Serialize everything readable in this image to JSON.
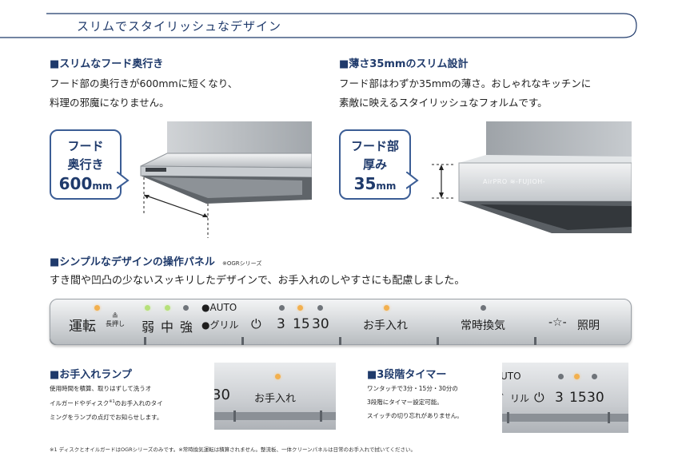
{
  "banner": {
    "title": "スリムでスタイリッシュなデザイン"
  },
  "section_depth": {
    "title": "■スリムなフード奥行き",
    "line1": "フード部の奥行きが600mmに短くなり、",
    "line2": "料理の邪魔になりません。",
    "callout": {
      "line1": "フード",
      "line2": "奥行き",
      "value": "600",
      "unit": "mm"
    }
  },
  "section_thin": {
    "title": "■薄さ35mmのスリム設計",
    "line1": "フード部はわずか35mmの薄さ。おしゃれなキッチンに",
    "line2": "素敵に映えるスタイリッシュなフォルムです。",
    "callout": {
      "line1": "フード部",
      "line2": "厚み",
      "value": "35",
      "unit": "mm"
    },
    "brand": "AirPRO ≋-FUJIOH-"
  },
  "section_panel": {
    "title": "■シンプルなデザインの操作パネル",
    "note": "※OGRシリーズ",
    "description": "すき間や凹凸の少ないスッキリしたデザインで、お手入れのしやすさにも配慮しました。",
    "panel": {
      "run": "運転",
      "hold_top": "≗",
      "hold": "長押し",
      "weak": "弱",
      "mid": "中",
      "strong": "強",
      "auto": "●AUTO",
      "grill": "●グリル",
      "timer_icon": "⏻",
      "t3": "3",
      "t15": "15",
      "t30": "30",
      "maintenance": "お手入れ",
      "constant": "常時換気",
      "light_icon": "-☆-",
      "light": "照明"
    }
  },
  "section_lamp": {
    "title": "■お手入れランプ",
    "line1": "使用時間を積算、取りはずして洗うオ",
    "line2": "イルガードやディスク",
    "sup": "※1",
    "line2b": "のお手入れのタイ",
    "line3": "ミングをランプの点灯でお知らせします。",
    "crop_left": "30",
    "crop_label": "お手入れ"
  },
  "section_timer": {
    "title": "■3段階タイマー",
    "line1": "ワンタッチで3分・15分・30分の",
    "line2": "3段階にタイマー設定可能。",
    "line3": "スイッチの切り忘れがありません。",
    "crop_auto": "UTO",
    "crop_grill": "゛リル",
    "crop_icon": "⏻",
    "crop_t3": "3",
    "crop_t15": "15",
    "crop_t30": "30"
  },
  "footnote": "※1 ディスクとオイルガードはOGRシリーズのみです。※常時換気運転は積算されません。整流板、一体クリーンパネルは日常のお手入れで拭いてください。"
}
